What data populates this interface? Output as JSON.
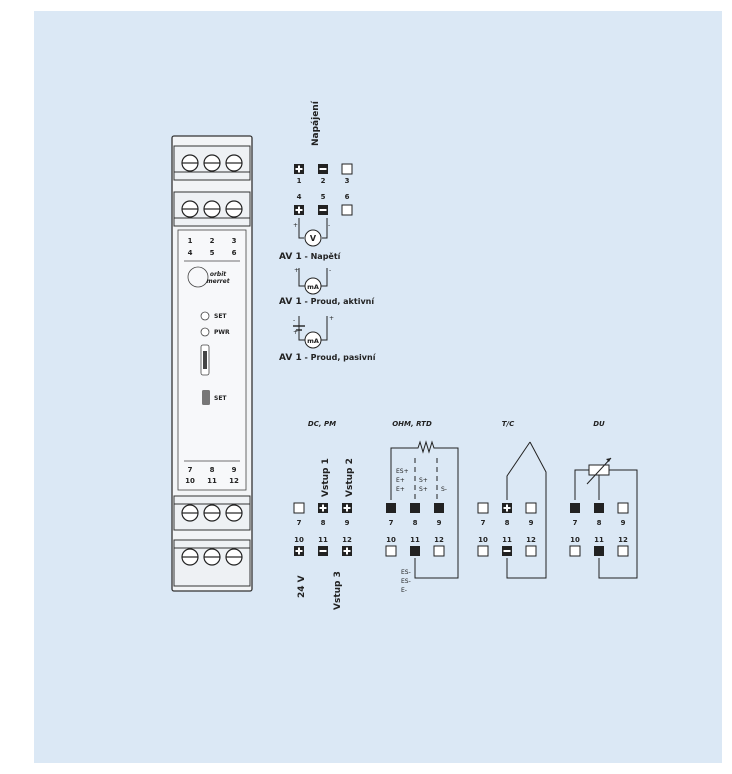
{
  "colors": {
    "background": "#dbe8f5",
    "module_body": "#f2f4f6",
    "module_border": "#333333",
    "ink": "#222222"
  },
  "module": {
    "top_row_numbers": [
      "1",
      "2",
      "3",
      "4",
      "5",
      "6"
    ],
    "bottom_row_numbers": [
      "7",
      "8",
      "9",
      "10",
      "11",
      "12"
    ],
    "logo": [
      "orbit",
      "merret"
    ],
    "set_led": "SET",
    "pwr_led": "PWR",
    "set_button": "SET"
  },
  "outputs": {
    "supply_label": "Napájení",
    "pins_top": [
      "1",
      "2",
      "3"
    ],
    "pins_bottom": [
      "4",
      "5",
      "6"
    ],
    "voltage_meter": "V",
    "current_meter_active": "mA",
    "current_meter_passive": "mA",
    "voltage_caption_bold": "AV 1",
    "voltage_caption": " - Napětí",
    "active_caption_bold": "AV 1",
    "active_caption": " - Proud, aktivní",
    "passive_caption_bold": "AV 1",
    "passive_caption": " - Proud, pasivní",
    "plus": "+",
    "minus": "-"
  },
  "inputs": {
    "pins_top": [
      "7",
      "8",
      "9"
    ],
    "pins_bottom": [
      "10",
      "11",
      "12"
    ],
    "dc": {
      "header": "DC, PM",
      "input1": "Vstup 1",
      "input2": "Vstup 2",
      "input3": "Vstup 3",
      "supply": "24 V"
    },
    "ohm": {
      "header": "OHM, RTD",
      "top_labels": [
        "ES+",
        "E+",
        "E+",
        "S+",
        "S+",
        "S-"
      ],
      "bottom_labels": [
        "ES-",
        "ES-",
        "E-"
      ]
    },
    "tc": {
      "header": "T/C"
    },
    "du": {
      "header": "DU"
    }
  }
}
